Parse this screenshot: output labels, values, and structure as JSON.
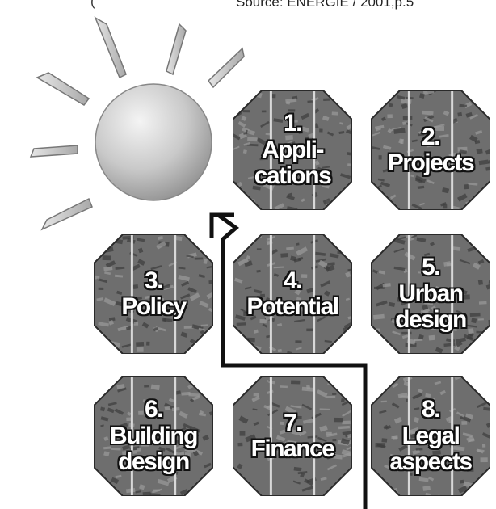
{
  "header": {
    "source": "Source: ENERGIE / 2001,p.5",
    "left_mark": "("
  },
  "colors": {
    "tile_dark": "#3c3c3c",
    "tile_mid": "#6e6e6e",
    "tile_light": "#9a9a9a",
    "stripe": "#d8d8d8",
    "arrow": "#111111",
    "sun": "#cfcfcf"
  },
  "icons": [
    "sun-icon",
    "sun-ray-icon",
    "path-arrow-icon"
  ],
  "tiles": [
    {
      "lines": [
        "1.",
        "Appli-",
        "cations"
      ]
    },
    {
      "lines": [
        "2.",
        "Projects"
      ]
    },
    {
      "lines": [
        "3.",
        "Policy"
      ]
    },
    {
      "lines": [
        "4.",
        "Potential"
      ]
    },
    {
      "lines": [
        "5.",
        "Urban",
        "design"
      ]
    },
    {
      "lines": [
        "6.",
        "Building",
        "design"
      ]
    },
    {
      "lines": [
        "7.",
        "Finance"
      ]
    },
    {
      "lines": [
        "8.",
        "Legal",
        "aspects"
      ]
    }
  ]
}
